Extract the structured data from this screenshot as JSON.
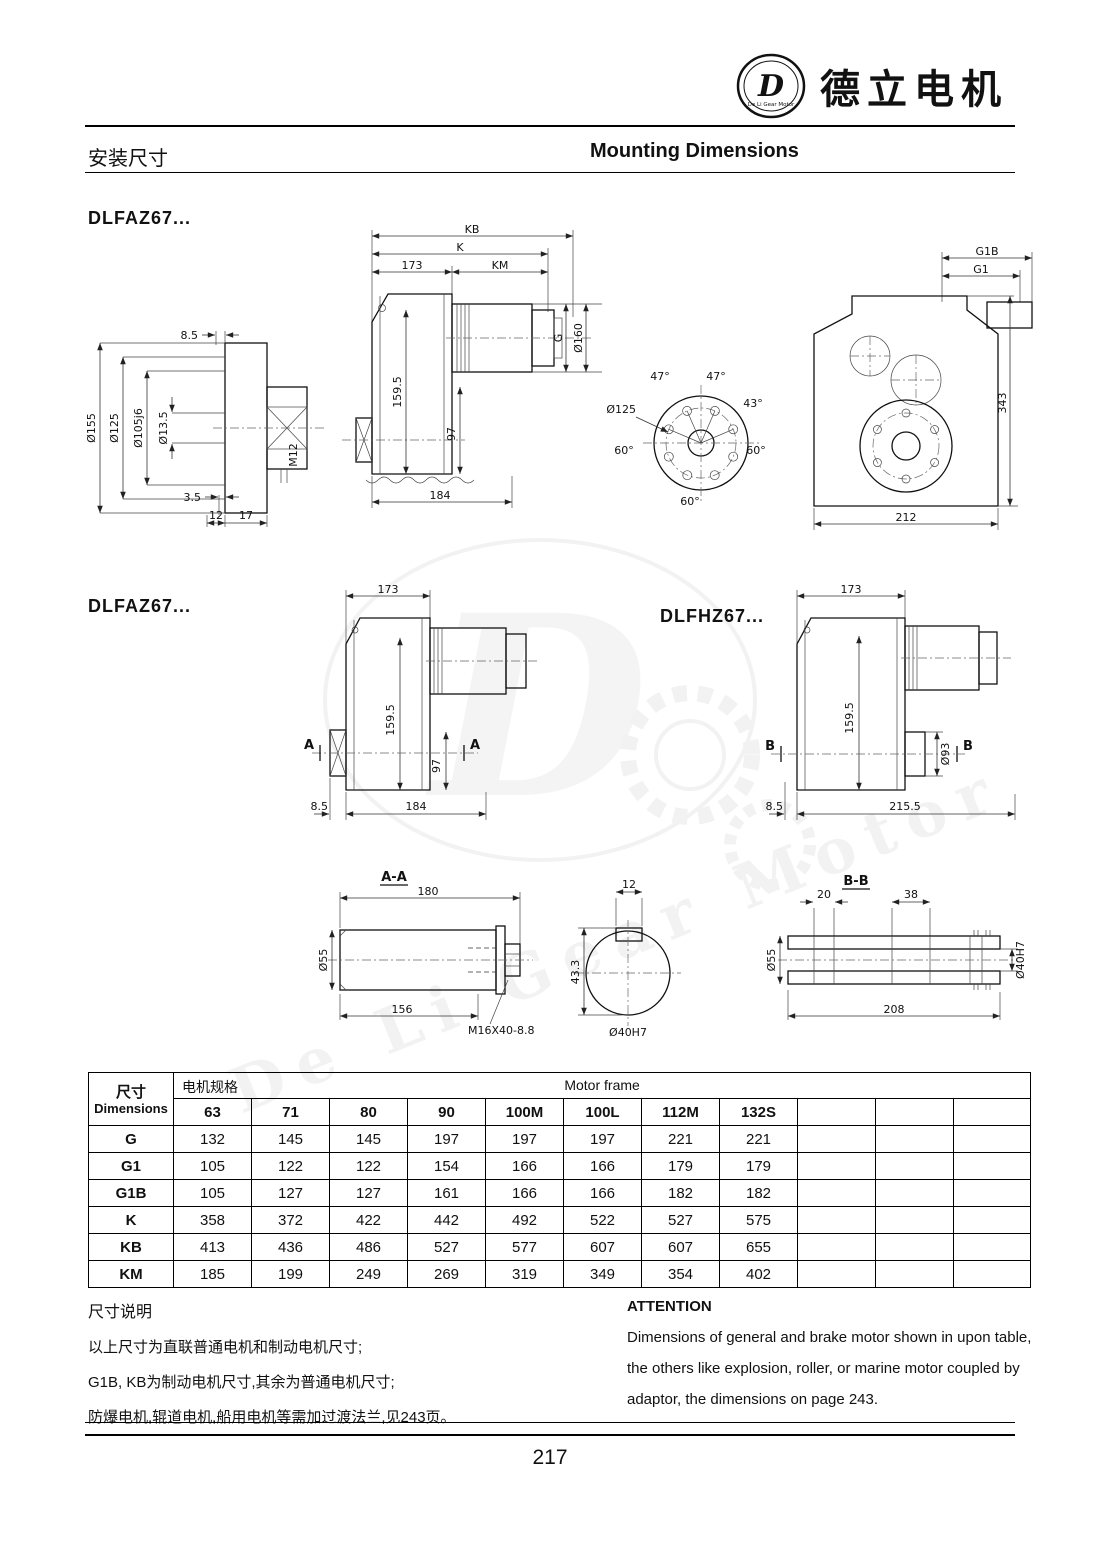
{
  "header": {
    "logo_d": "D",
    "logo_sub": "De Li Gear Motor",
    "brand_cn": "德立电机",
    "title_cn": "安装尺寸",
    "title_en": "Mounting Dimensions"
  },
  "models": {
    "m1": "DLFAZ67...",
    "m2": "DLFAZ67...",
    "m3": "DLFHZ67..."
  },
  "dims": {
    "section": {
      "d155": "Ø155",
      "d125": "Ø125",
      "d105j6": "Ø105j6",
      "d13_5": "Ø13.5",
      "d8_5": "8.5",
      "m12": "M12",
      "d3_5": "3.5",
      "d12": "12",
      "d17": "17"
    },
    "side": {
      "kb": "KB",
      "k": "K",
      "d173": "173",
      "km": "KM",
      "g": "G",
      "d160": "Ø160",
      "d159_5": "159.5",
      "d97": "97",
      "d184": "184"
    },
    "flange": {
      "d125": "Ø125",
      "a47l": "47°",
      "a47r": "47°",
      "a43": "43°",
      "a60l": "60°",
      "a60r": "60°",
      "a60b": "60°"
    },
    "rear": {
      "g1b": "G1B",
      "g1": "G1",
      "d343": "343",
      "d212": "212"
    },
    "mid_left": {
      "d173": "173",
      "d159_5": "159.5",
      "d97": "97",
      "a1": "A",
      "a2": "A",
      "d8_5": "8.5",
      "d184": "184"
    },
    "mid_right": {
      "d173": "173",
      "d159_5": "159.5",
      "d93": "Ø93",
      "b1": "B",
      "b2": "B",
      "d8_5": "8.5",
      "d215_5": "215.5"
    },
    "aa": {
      "title": "A-A",
      "d180": "180",
      "d55": "Ø55",
      "d156": "156",
      "m16": "M16X40-8.8"
    },
    "key": {
      "d12": "12",
      "d43_3": "43.3",
      "d40": "Ø40H7"
    },
    "bb": {
      "title": "B-B",
      "d20": "20",
      "d38": "38",
      "d55": "Ø55",
      "d208": "208",
      "d40": "Ø40H7"
    }
  },
  "table": {
    "corner_cn": "尺寸",
    "corner_en": "Dimensions",
    "spec_cn": "电机规格",
    "spec_en": "Motor frame",
    "columns": [
      "63",
      "71",
      "80",
      "90",
      "100M",
      "100L",
      "112M",
      "132S"
    ],
    "rows": [
      {
        "label": "G",
        "values": [
          "132",
          "145",
          "145",
          "197",
          "197",
          "197",
          "221",
          "221"
        ]
      },
      {
        "label": "G1",
        "values": [
          "105",
          "122",
          "122",
          "154",
          "166",
          "166",
          "179",
          "179"
        ]
      },
      {
        "label": "G1B",
        "values": [
          "105",
          "127",
          "127",
          "161",
          "166",
          "166",
          "182",
          "182"
        ]
      },
      {
        "label": "K",
        "values": [
          "358",
          "372",
          "422",
          "442",
          "492",
          "522",
          "527",
          "575"
        ]
      },
      {
        "label": "KB",
        "values": [
          "413",
          "436",
          "486",
          "527",
          "577",
          "607",
          "607",
          "655"
        ]
      },
      {
        "label": "KM",
        "values": [
          "185",
          "199",
          "249",
          "269",
          "319",
          "349",
          "354",
          "402"
        ]
      }
    ]
  },
  "notes": {
    "left_title": "尺寸说明",
    "left_lines": [
      "以上尺寸为直联普通电机和制动电机尺寸;",
      "G1B, KB为制动电机尺寸,其余为普通电机尺寸;",
      "防爆电机,辊道电机,船用电机等需加过渡法兰,见243页。"
    ],
    "right_title": "ATTENTION",
    "right_lines": [
      "Dimensions of general and brake motor shown in upon table,",
      "the others like explosion, roller, or marine motor coupled by",
      "adaptor, the dimensions on page 243."
    ]
  },
  "watermark": {
    "letter": "D",
    "text": "De Li Gear Motor"
  },
  "footer": {
    "page": "217"
  }
}
